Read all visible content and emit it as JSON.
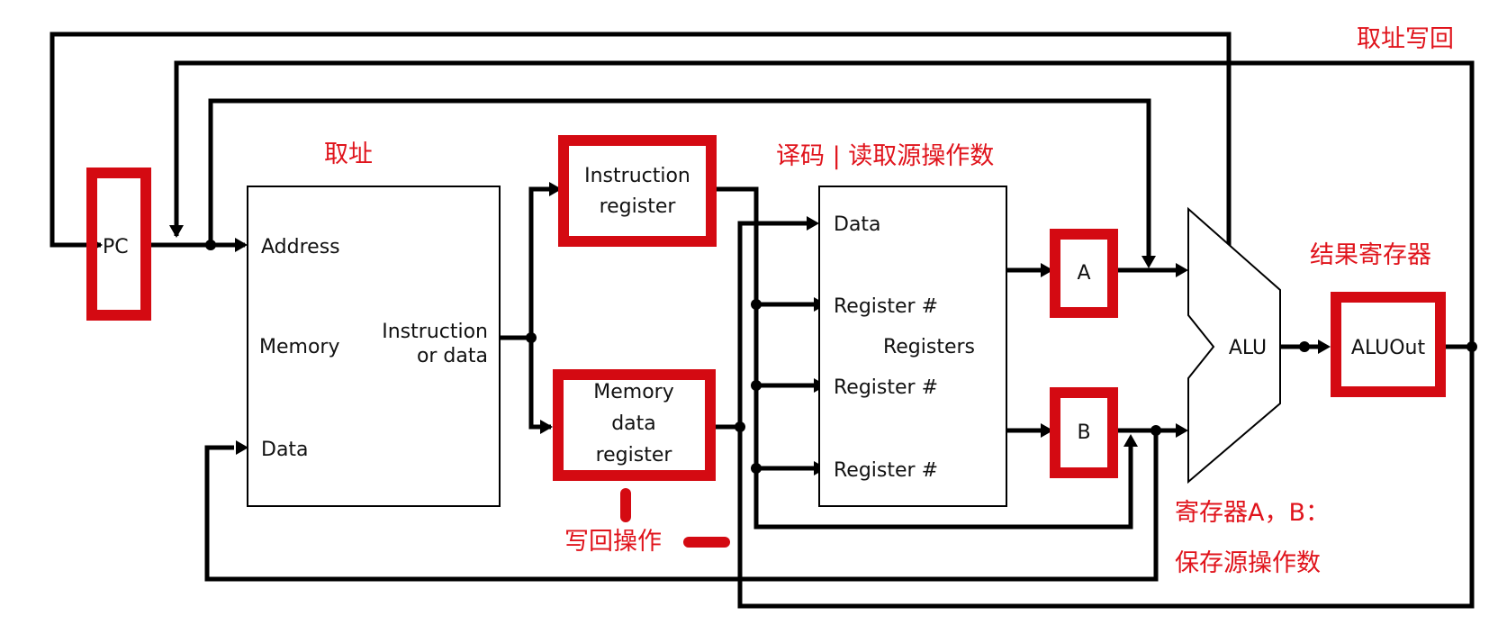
{
  "units": {
    "pc": "PC",
    "memory_address": "Address",
    "memory": "Memory",
    "memory_out_line1": "Instruction",
    "memory_out_line2": "or data",
    "memory_data": "Data",
    "ir_line1": "Instruction",
    "ir_line2": "register",
    "mdr_line1": "Memory",
    "mdr_line2": "data",
    "mdr_line3": "register",
    "regfile_data": "Data",
    "regfile_reg1": "Register #",
    "regfile_title": "Registers",
    "regfile_reg2": "Register #",
    "regfile_reg3": "Register #",
    "reg_a": "A",
    "reg_b": "B",
    "alu": "ALU",
    "aluout": "ALUOut"
  },
  "annotations": {
    "fetch": "取址",
    "decode": "译码 | 读取源操作数",
    "fetch_writeback": "取址写回",
    "result_register": "结果寄存器",
    "writeback_op": "写回操作",
    "ab_line1": "寄存器A，B：",
    "ab_line2": "保存源操作数"
  },
  "colors": {
    "highlight": "#d40a12",
    "annotation_text": "#e0141c",
    "wire": "#000000"
  }
}
